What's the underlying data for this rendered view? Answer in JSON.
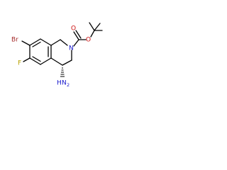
{
  "structure": {
    "atoms": [
      {
        "id": "br",
        "symbol": "Br",
        "color": "#a52a2a"
      },
      {
        "id": "f",
        "symbol": "F",
        "color": "#b8a200"
      },
      {
        "id": "n_ring",
        "symbol": "N",
        "color": "#1515cc"
      },
      {
        "id": "o_carbonyl",
        "symbol": "O",
        "color": "#cc1111"
      },
      {
        "id": "o_ester",
        "symbol": "O",
        "color": "#cc1111"
      },
      {
        "id": "nh2",
        "symbol": "N",
        "subscript": "2",
        "prefix": "H",
        "color": "#1515cc"
      }
    ],
    "stereo": {
      "nh2_bond": "hashed-wedge"
    }
  }
}
